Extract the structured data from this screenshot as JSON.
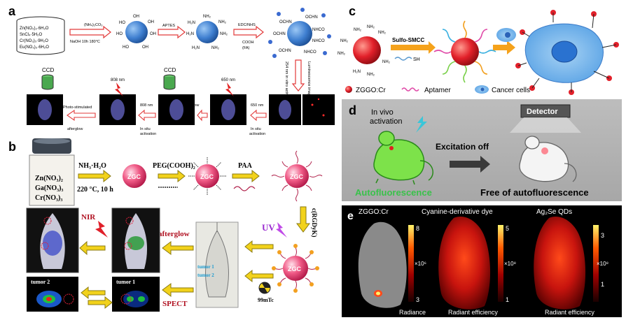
{
  "colors": {
    "sphere_blue": "#3f7fd0",
    "arrow_red": "#e23a3a",
    "arrow_yellow": "#f2d21b",
    "cell_blue": "#5fa6e6",
    "green_text": "#39c24a",
    "heat": "#d8201a"
  },
  "a": {
    "label": "a",
    "reagents": [
      "Zn(NO₃)₂·6H₂O",
      "SnCl₄·5H₂O",
      "Cr(NO₃)₃·9H₂O",
      "Eu(NO₃)₃·6H₂O"
    ],
    "step1_top": "(NH₄)₂CO₃",
    "step1_bottom": "NaOH 10h 180°C",
    "step2": "APTES",
    "step3_top": "EDC/NHS",
    "step3_mid": "COOH",
    "step3_bottom": "(FA)",
    "vertical_label_1": "254 nm in vitro activation",
    "vertical_label_2": "Luminescence imaging",
    "ccd": "CCD",
    "nm808": "808 nm",
    "nm650": "650 nm",
    "photo_afterglow_1": "Photo-stimulated",
    "photo_afterglow_2": "afterglow",
    "insitu1": "In situ",
    "activation": "activation",
    "afterglow": "afterglow"
  },
  "b": {
    "label": "b",
    "vial": [
      "Zn(NO₃)₂",
      "Ga(NO₃)₃",
      "Cr(NO₃)₃"
    ],
    "nh3": "NH₃·H₂O",
    "cond": "220 °C, 10 h",
    "peg": "PEG(COOH)₂",
    "paa": "PAA",
    "zgc": "ZGC",
    "rgdyk": "c(RGDyK)",
    "uv": "UV",
    "tc": "99mTc",
    "nir": "NIR",
    "afterglow": "afterglow",
    "spect": "SPECT",
    "tumor1": "tumor 1",
    "tumor2": "tumor 2"
  },
  "c": {
    "label": "c",
    "sulfo": "Sulfo-SMCC",
    "sh": "SH",
    "legend_zggo": "ZGGO:Cr",
    "legend_aptamer": "Aptamer",
    "legend_cancer": "Cancer cells"
  },
  "d": {
    "label": "d",
    "invivo_1": "In vivo",
    "invivo_2": "activation",
    "excitation": "Excitation off",
    "detector": "Detector",
    "autofluor": "Autofluorescence",
    "free": "Free of autofluorescence"
  },
  "e": {
    "label": "e",
    "p1_title": "ZGGO:Cr",
    "p2_title": "Cyanine-derivative dye",
    "p3_title": "Ag₂Se QDs",
    "p1_max": "8",
    "p1_exp": "×10⁶",
    "p1_min": "3",
    "p1_caption": "Radiance",
    "p2_max": "5",
    "p2_exp": "×10⁸",
    "p2_min": "1",
    "p2_caption": "Radiant efficiency",
    "p3_max": "3",
    "p3_exp": "×10⁸",
    "p3_min": "1",
    "p3_caption": "Radiant efficiency"
  }
}
